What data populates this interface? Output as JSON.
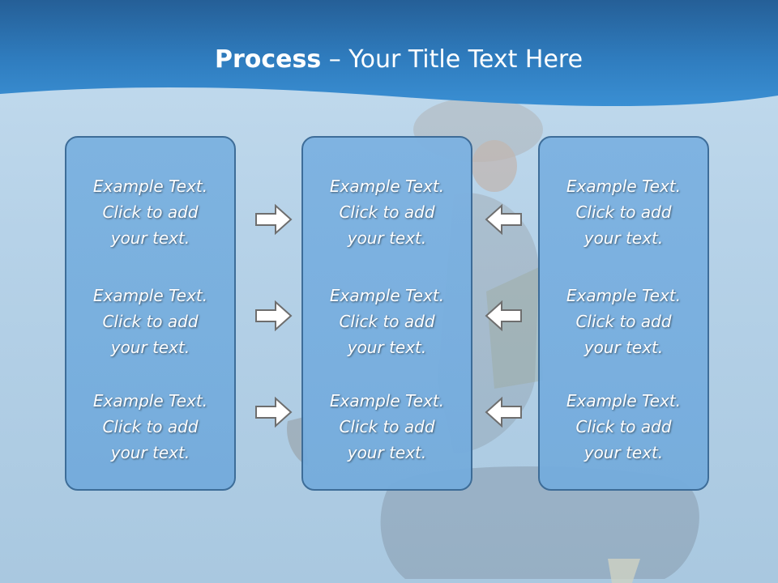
{
  "slide": {
    "title_bold": "Process",
    "title_rest": " – Your Title Text Here"
  },
  "columns": [
    {
      "items": [
        {
          "line1": "Example Text.",
          "line2": "Click  to add",
          "line3": "your text."
        },
        {
          "line1": "Example Text.",
          "line2": "Click  to add",
          "line3": "your text."
        },
        {
          "line1": "Example Text.",
          "line2": "Click  to add",
          "line3": "your text."
        }
      ]
    },
    {
      "items": [
        {
          "line1": "Example Text.",
          "line2": "Click  to add",
          "line3": "your text."
        },
        {
          "line1": "Example Text.",
          "line2": "Click  to add",
          "line3": "your text."
        },
        {
          "line1": "Example Text.",
          "line2": "Click  to add",
          "line3": "your text."
        }
      ]
    },
    {
      "items": [
        {
          "line1": "Example Text.",
          "line2": "Click  to add",
          "line3": "your text."
        },
        {
          "line1": "Example Text.",
          "line2": "Click  to add",
          "line3": "your text."
        },
        {
          "line1": "Example Text.",
          "line2": "Click  to add",
          "line3": "your text."
        }
      ]
    }
  ],
  "icons": {
    "left_arrows": "right-arrow-icon",
    "right_arrows": "left-arrow-icon"
  },
  "colors": {
    "banner": "#2f7fc4",
    "box_fill": "#7db2e0",
    "box_border": "#3a6a96",
    "arrow_fill": "#ffffff",
    "arrow_stroke": "#6e6e6e"
  }
}
